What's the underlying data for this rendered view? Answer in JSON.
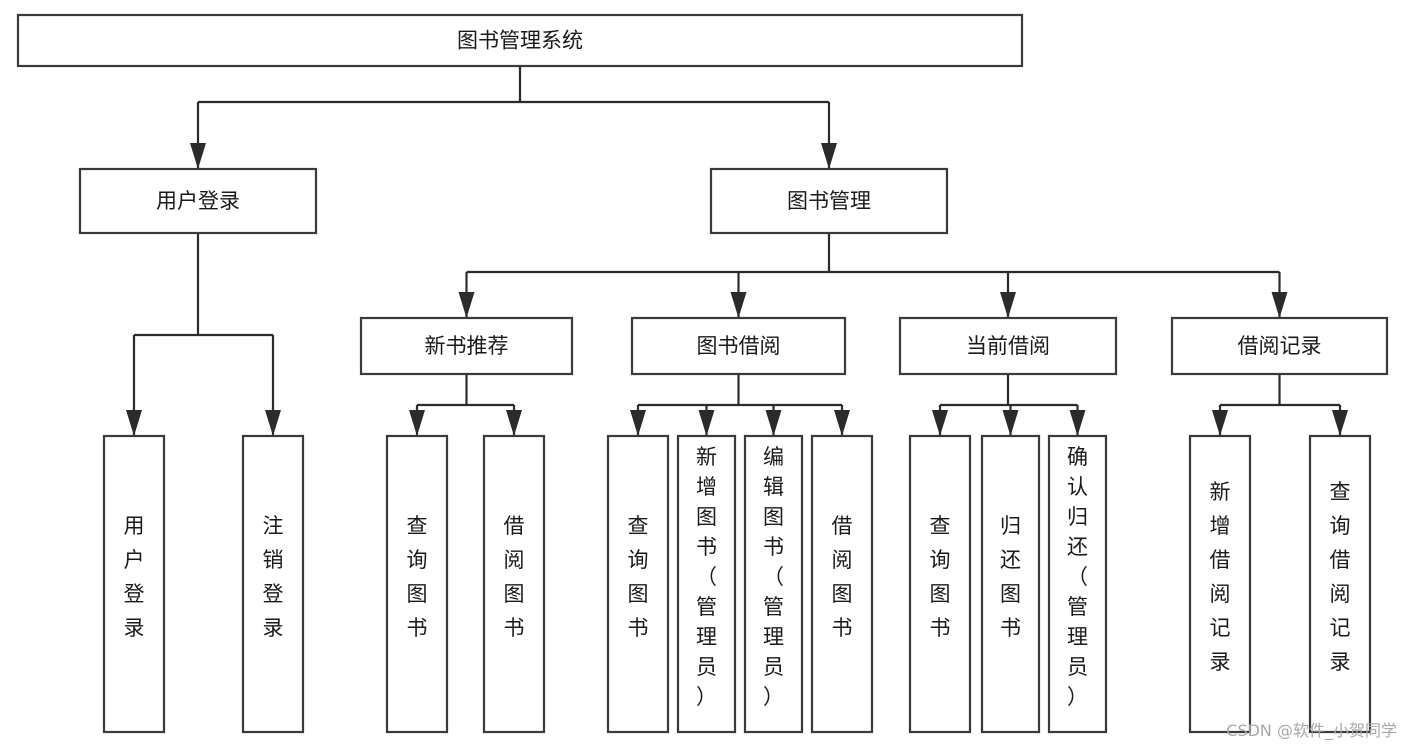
{
  "diagram": {
    "title": "图书管理系统",
    "watermark": "CSDN @软件_小贺同学",
    "root": {
      "id": "root",
      "label": "图书管理系统",
      "orientation": "horizontal"
    },
    "level2": [
      {
        "id": "user-login",
        "label": "用户登录",
        "orientation": "horizontal"
      },
      {
        "id": "book-manage",
        "label": "图书管理",
        "orientation": "horizontal"
      }
    ],
    "level3": [
      {
        "id": "new-book-recommend",
        "label": "新书推荐",
        "parent": "book-manage",
        "orientation": "horizontal"
      },
      {
        "id": "book-borrow",
        "label": "图书借阅",
        "parent": "book-manage",
        "orientation": "horizontal"
      },
      {
        "id": "current-borrow",
        "label": "当前借阅",
        "parent": "book-manage",
        "orientation": "horizontal"
      },
      {
        "id": "borrow-record",
        "label": "借阅记录",
        "parent": "book-manage",
        "orientation": "horizontal"
      }
    ],
    "leaves": [
      {
        "id": "leaf-user-login",
        "label": "用户登录",
        "parent": "user-login",
        "orientation": "vertical"
      },
      {
        "id": "leaf-logout-login",
        "label": "注销登录",
        "parent": "user-login",
        "orientation": "vertical"
      },
      {
        "id": "leaf-query-book-1",
        "label": "查询图书",
        "parent": "new-book-recommend",
        "orientation": "vertical"
      },
      {
        "id": "leaf-borrow-book-1",
        "label": "借阅图书",
        "parent": "new-book-recommend",
        "orientation": "vertical"
      },
      {
        "id": "leaf-query-book-2",
        "label": "查询图书",
        "parent": "book-borrow",
        "orientation": "vertical"
      },
      {
        "id": "leaf-add-book",
        "label": "新增图书（管理员）",
        "parent": "book-borrow",
        "orientation": "vertical"
      },
      {
        "id": "leaf-edit-book",
        "label": "编辑图书（管理员）",
        "parent": "book-borrow",
        "orientation": "vertical"
      },
      {
        "id": "leaf-borrow-book-2",
        "label": "借阅图书",
        "parent": "book-borrow",
        "orientation": "vertical"
      },
      {
        "id": "leaf-query-book-3",
        "label": "查询图书",
        "parent": "current-borrow",
        "orientation": "vertical"
      },
      {
        "id": "leaf-return-book",
        "label": "归还图书",
        "parent": "current-borrow",
        "orientation": "vertical"
      },
      {
        "id": "leaf-confirm-return",
        "label": "确认归还（管理员）",
        "parent": "current-borrow",
        "orientation": "vertical"
      },
      {
        "id": "leaf-add-record",
        "label": "新增借阅记录",
        "parent": "borrow-record",
        "orientation": "vertical"
      },
      {
        "id": "leaf-query-record",
        "label": "查询借阅记录",
        "parent": "borrow-record",
        "orientation": "vertical"
      }
    ],
    "colors": {
      "box_stroke": "#3a3a3a",
      "connector": "#2b2b2b",
      "text": "#1a1a1a",
      "background": "#ffffff",
      "watermark": "#a8a8a8"
    }
  }
}
